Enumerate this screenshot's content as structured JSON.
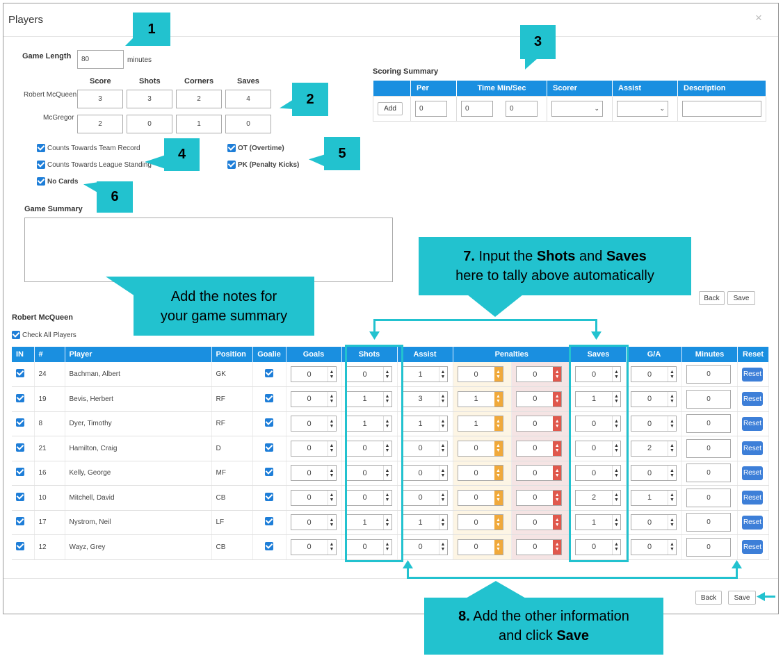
{
  "modal": {
    "title": "Players",
    "close": "×"
  },
  "game": {
    "length_label": "Game Length",
    "length_value": "80",
    "length_unit": "minutes"
  },
  "team_stats": {
    "headers": [
      "Score",
      "Shots",
      "Corners",
      "Saves"
    ],
    "rows": [
      {
        "team": "Robert McQueen",
        "values": [
          "3",
          "3",
          "2",
          "4"
        ]
      },
      {
        "team": "McGregor",
        "values": [
          "2",
          "0",
          "1",
          "0"
        ]
      }
    ]
  },
  "options": {
    "team_record": "Counts Towards Team Record",
    "league_standing": "Counts Towards League Standing",
    "overtime": "OT (Overtime)",
    "penalty_kicks": "PK (Penalty Kicks)",
    "no_cards": "No Cards"
  },
  "summary": {
    "label": "Game Summary"
  },
  "scoring": {
    "label": "Scoring Summary",
    "headers": [
      "",
      "Per",
      "Time Min/Sec",
      "Scorer",
      "Assist",
      "Description"
    ],
    "add": "Add",
    "per": "0",
    "min": "0",
    "sec": "0"
  },
  "buttons": {
    "back": "Back",
    "save": "Save",
    "reset": "Reset"
  },
  "team_name": "Robert McQueen",
  "check_all": "Check All Players",
  "players": {
    "headers": [
      "IN",
      "#",
      "Player",
      "Position",
      "Goalie",
      "Goals",
      "Shots",
      "Assist",
      "Penalties",
      "Saves",
      "G/A",
      "Minutes",
      "Reset"
    ],
    "rows": [
      {
        "num": "24",
        "name": "Bachman, Albert",
        "pos": "GK",
        "goals": "0",
        "shots": "0",
        "assist": "1",
        "pen1": "0",
        "pen2": "0",
        "saves": "0",
        "ga": "0",
        "min": "0"
      },
      {
        "num": "19",
        "name": "Bevis, Herbert",
        "pos": "RF",
        "goals": "0",
        "shots": "1",
        "assist": "3",
        "pen1": "1",
        "pen2": "0",
        "saves": "1",
        "ga": "0",
        "min": "0"
      },
      {
        "num": "8",
        "name": "Dyer, Timothy",
        "pos": "RF",
        "goals": "0",
        "shots": "1",
        "assist": "1",
        "pen1": "1",
        "pen2": "0",
        "saves": "0",
        "ga": "0",
        "min": "0"
      },
      {
        "num": "21",
        "name": "Hamilton, Craig",
        "pos": "D",
        "goals": "0",
        "shots": "0",
        "assist": "0",
        "pen1": "0",
        "pen2": "0",
        "saves": "0",
        "ga": "2",
        "min": "0"
      },
      {
        "num": "16",
        "name": "Kelly, George",
        "pos": "MF",
        "goals": "0",
        "shots": "0",
        "assist": "0",
        "pen1": "0",
        "pen2": "0",
        "saves": "0",
        "ga": "0",
        "min": "0"
      },
      {
        "num": "10",
        "name": "Mitchell, David",
        "pos": "CB",
        "goals": "0",
        "shots": "0",
        "assist": "0",
        "pen1": "0",
        "pen2": "0",
        "saves": "2",
        "ga": "1",
        "min": "0"
      },
      {
        "num": "17",
        "name": "Nystrom, Neil",
        "pos": "LF",
        "goals": "0",
        "shots": "1",
        "assist": "1",
        "pen1": "0",
        "pen2": "0",
        "saves": "1",
        "ga": "0",
        "min": "0"
      },
      {
        "num": "12",
        "name": "Wayz, Grey",
        "pos": "CB",
        "goals": "0",
        "shots": "0",
        "assist": "0",
        "pen1": "0",
        "pen2": "0",
        "saves": "0",
        "ga": "0",
        "min": "0"
      }
    ]
  },
  "callouts": {
    "c1": "1",
    "c2": "2",
    "c3": "3",
    "c4": "4",
    "c5": "5",
    "c6": "6",
    "notes_line1": "Add the notes for",
    "notes_line2": "your game summary",
    "c7_num": "7.",
    "c7_a": " Input the ",
    "c7_b": "Shots",
    "c7_c": " and ",
    "c7_d": "Saves",
    "c7_line2": "here to tally above automatically",
    "c8_num": "8.",
    "c8_line1": " Add the other information",
    "c8_line2a": "and click ",
    "c8_line2b": "Save"
  },
  "colors": {
    "accent": "#1a8fe0",
    "callout": "#22c2cf",
    "reset_button": "#3d7fd8"
  }
}
